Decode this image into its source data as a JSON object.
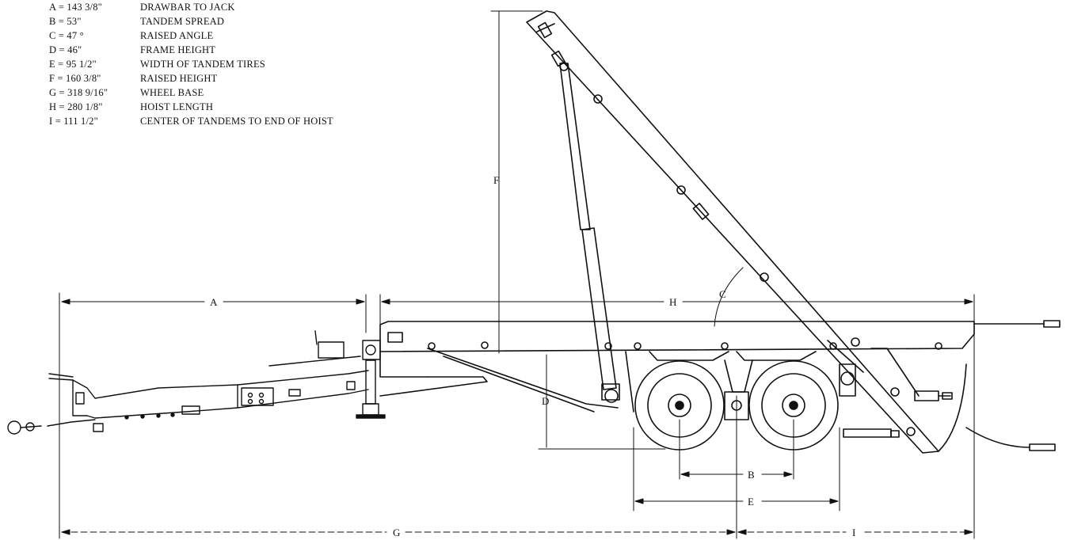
{
  "legend": [
    {
      "code": "A = 143 3/8\"",
      "desc": "DRAWBAR TO JACK"
    },
    {
      "code": "B = 53\"",
      "desc": "TANDEM SPREAD"
    },
    {
      "code": "C = 47 °",
      "desc": "RAISED ANGLE"
    },
    {
      "code": "D = 46\"",
      "desc": "FRAME HEIGHT"
    },
    {
      "code": "E = 95 1/2\"",
      "desc": "WIDTH OF TANDEM TIRES"
    },
    {
      "code": "F = 160 3/8\"",
      "desc": "RAISED HEIGHT"
    },
    {
      "code": "G = 318 9/16\"",
      "desc": "WHEEL BASE"
    },
    {
      "code": "H = 280 1/8\"",
      "desc": "HOIST LENGTH"
    },
    {
      "code": "I = 111 1/2\"",
      "desc": "CENTER OF TANDEMS TO END OF HOIST"
    }
  ],
  "dimension_labels": {
    "A": "A",
    "B": "B",
    "C": "C",
    "D": "D",
    "E": "E",
    "F": "F",
    "G": "G",
    "H": "H",
    "I": "I"
  }
}
